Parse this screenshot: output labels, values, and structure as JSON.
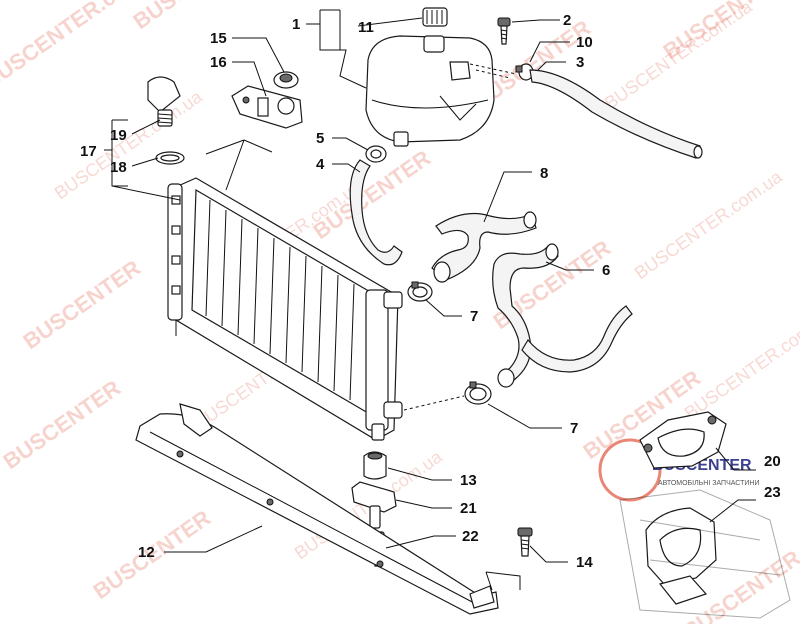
{
  "diagram": {
    "callouts": {
      "p1": "1",
      "p2": "2",
      "p3": "3",
      "p4": "4",
      "p5": "5",
      "p6": "6",
      "p7a": "7",
      "p7b": "7",
      "p8": "8",
      "p10": "10",
      "p11": "11",
      "p12": "12",
      "p13": "13",
      "p14": "14",
      "p15": "15",
      "p16": "16",
      "p17": "17",
      "p18": "18",
      "p19": "19",
      "p20": "20",
      "p21": "21",
      "p22": "22",
      "p23": "23"
    }
  },
  "watermark": {
    "text": "BUSCENTER",
    "domain": "BUSCENTER.com.ua",
    "logo_name": "BUSCENTER",
    "logo_tagline": "АВТОМОБІЛЬНІ ЗАПЧАСТИНИ",
    "color": "#e1523c"
  }
}
